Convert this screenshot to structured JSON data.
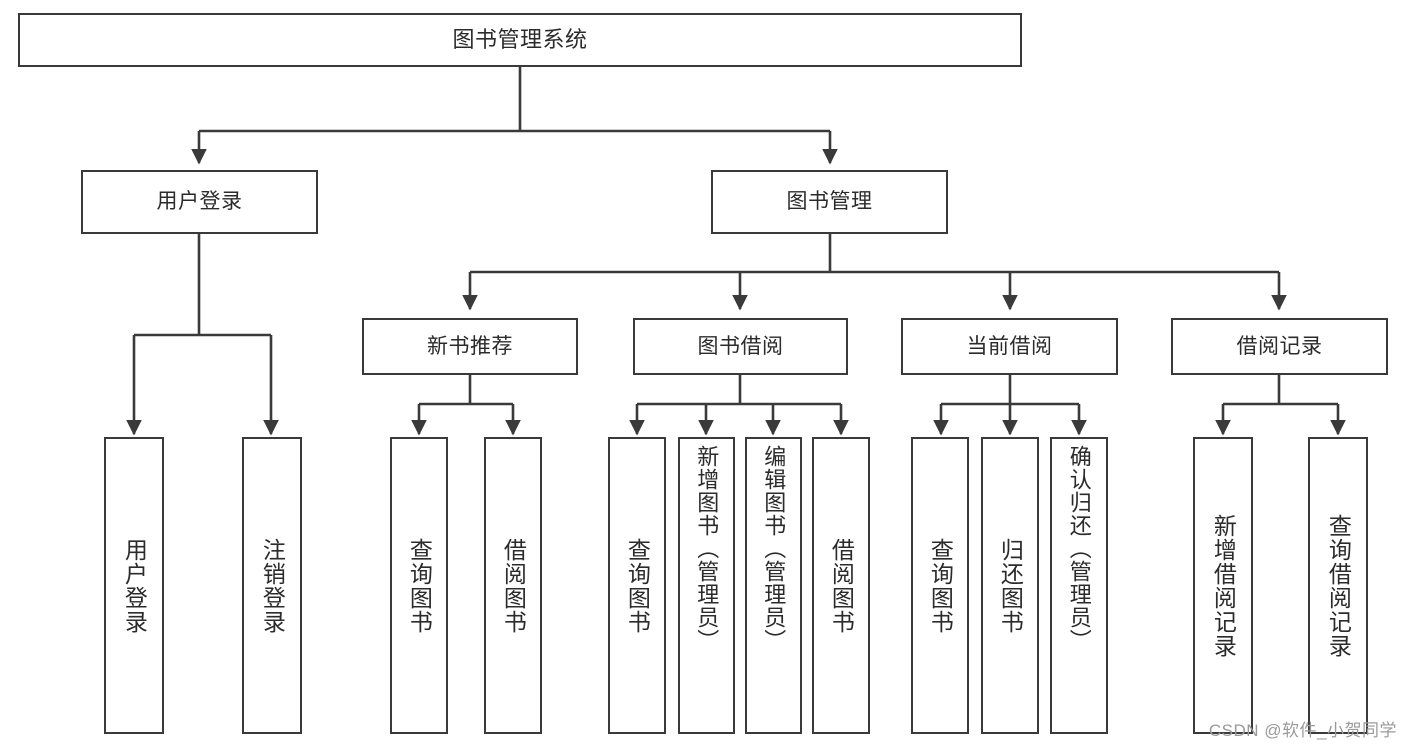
{
  "diagram": {
    "title": "图书管理系统",
    "type": "tree-hierarchy",
    "watermark": "CSDN @软件_小贺同学",
    "colors": {
      "stroke": "#3a3a3a",
      "fill": "#ffffff",
      "text": "#2b2b2b",
      "watermark": "#9a9a9a"
    },
    "nodes": {
      "root": {
        "label": "图书管理系统"
      },
      "level1": [
        {
          "id": "user-login",
          "label": "用户登录"
        },
        {
          "id": "book-manage",
          "label": "图书管理"
        }
      ],
      "level2": [
        {
          "id": "new-book-recommend",
          "label": "新书推荐"
        },
        {
          "id": "book-borrow",
          "label": "图书借阅"
        },
        {
          "id": "current-borrow",
          "label": "当前借阅"
        },
        {
          "id": "borrow-record",
          "label": "借阅记录"
        }
      ],
      "leaves": {
        "user-login": [
          {
            "id": "leaf-user-login",
            "label": "用户登录"
          },
          {
            "id": "leaf-logout-login",
            "label": "注销登录"
          }
        ],
        "new-book-recommend": [
          {
            "id": "leaf-query-book-1",
            "label": "查询图书"
          },
          {
            "id": "leaf-borrow-book-1",
            "label": "借阅图书"
          }
        ],
        "book-borrow": [
          {
            "id": "leaf-query-book-2",
            "label": "查询图书"
          },
          {
            "id": "leaf-add-book",
            "label": "新增图书（管理员）"
          },
          {
            "id": "leaf-edit-book",
            "label": "编辑图书（管理员）"
          },
          {
            "id": "leaf-borrow-book-2",
            "label": "借阅图书"
          }
        ],
        "current-borrow": [
          {
            "id": "leaf-query-book-3",
            "label": "查询图书"
          },
          {
            "id": "leaf-return-book",
            "label": "归还图书"
          },
          {
            "id": "leaf-confirm-return",
            "label": "确认归还（管理员）"
          }
        ],
        "borrow-record": [
          {
            "id": "leaf-add-record",
            "label": "新增借阅记录"
          },
          {
            "id": "leaf-query-record",
            "label": "查询借阅记录"
          }
        ]
      }
    }
  }
}
